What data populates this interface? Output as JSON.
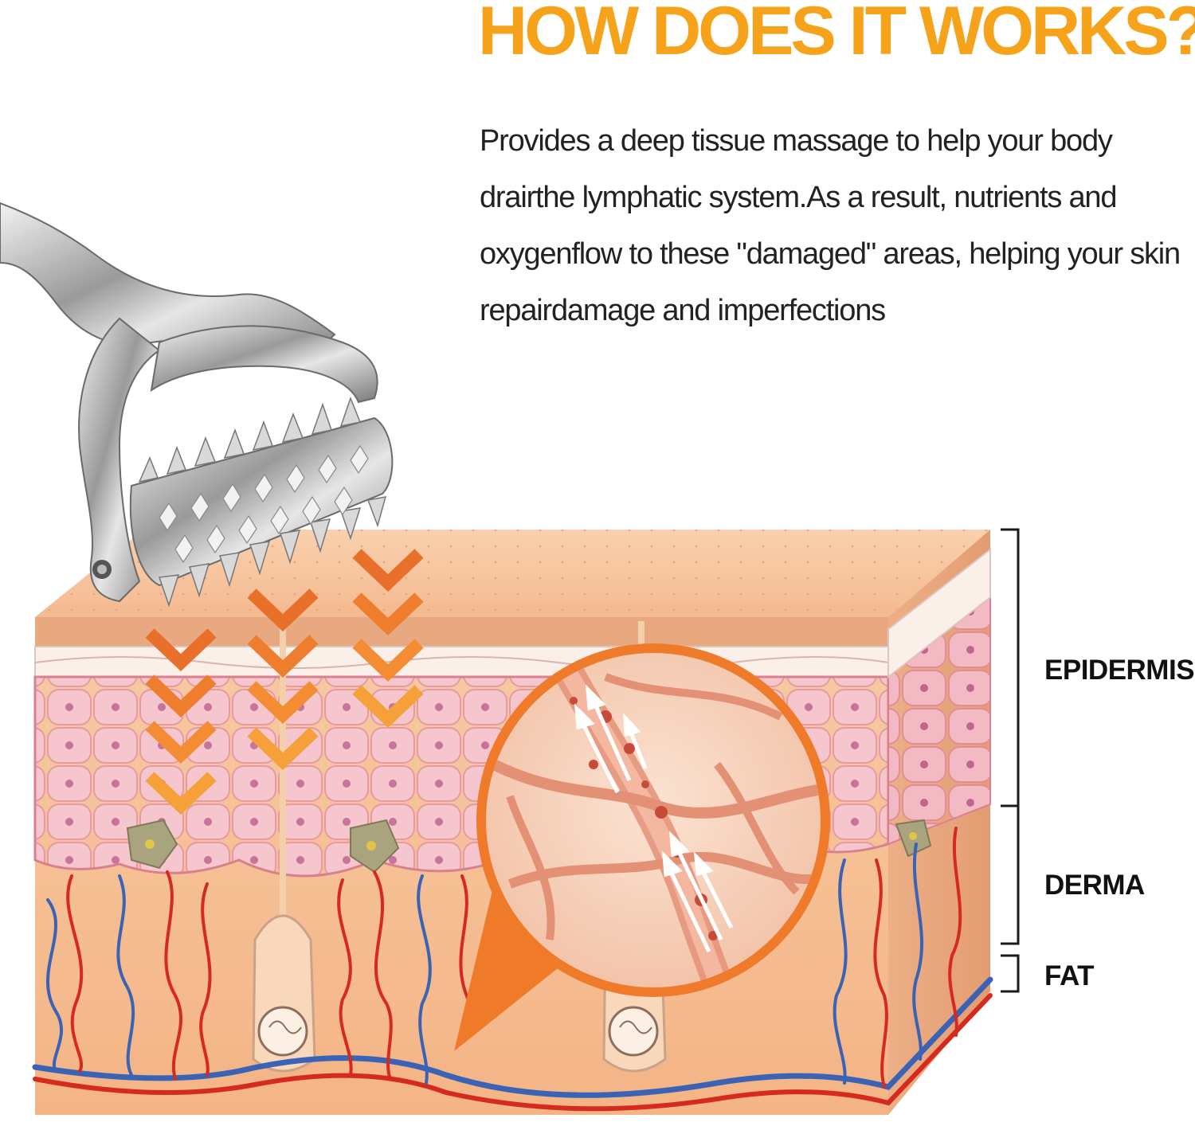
{
  "headline": "HOW DOES IT WORKS?",
  "description": "Provides a deep tissue massage to help your body drairthe lymphatic system.As a result, nutrients and oxygenflow to these \"damaged\" areas, helping your skin repairdamage and imperfections",
  "layers": {
    "epidermis": "EPIDERMIS",
    "derma": "DERMA",
    "fat": "FAT"
  },
  "icons": {
    "roller": "massage-roller-icon",
    "chevrons": "chevron-down-icon",
    "magnifier": "magnified-capillaries-icon",
    "arrows": "flow-arrow-icon"
  },
  "colors": {
    "accent": "#F7A21B",
    "orange": "#EF7A2A",
    "skin": "#F6C7A0",
    "cells": "#F2B9C2",
    "artery": "#D62A1F",
    "vein": "#3A63B5"
  }
}
